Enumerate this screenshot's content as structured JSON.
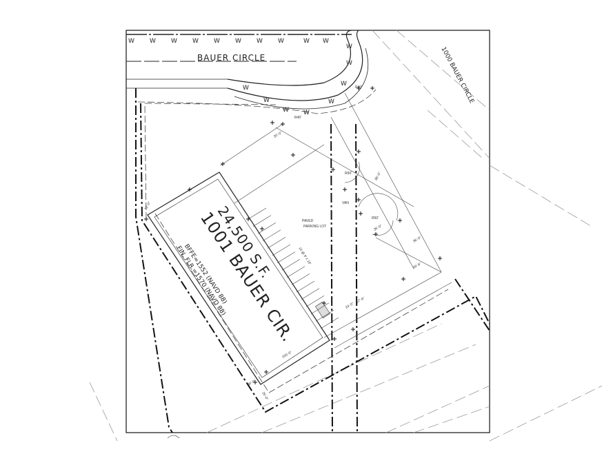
{
  "street": {
    "name": "BAUER  CIRCLE",
    "water_line_marker": "W"
  },
  "neighbor": {
    "label": "1000 BAUER CIRCLE"
  },
  "building": {
    "address": "1001 BAUER CIR.",
    "area": "24,500 S.F.",
    "bffe": "BFFE=1552 (NAVD 88)",
    "fin_flr": "FIN. FLR.=1570 (NAVD 88)"
  },
  "site": {
    "parking_label_1": "PAVED",
    "parking_label_2": "PARKING LOT",
    "parking_stalls_note": "15 @ 9' x 18'",
    "van_stalls": "VAN",
    "radii": [
      "R50'",
      "R50'",
      "R40'",
      "R40'"
    ],
    "dims": [
      "240'-10\"",
      "100'-0\"",
      "20'-0\"",
      "35'-0\"",
      "24'-0\"",
      "36'-0\"",
      "50'-6\"",
      "25'-0\"",
      "30'-0\"",
      "12'-0\"",
      "85'-0\"",
      "57'-6\""
    ]
  },
  "colors": {
    "ink": "#222222",
    "faint": "#9a9a9a",
    "background": "#ffffff"
  }
}
